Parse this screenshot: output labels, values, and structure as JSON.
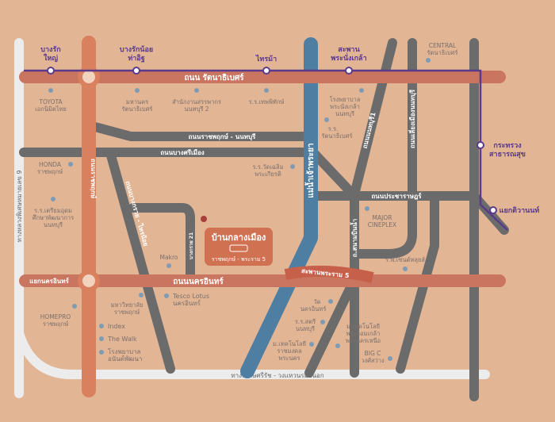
{
  "colors": {
    "background": "#e2b595",
    "road": "#6b6b6b",
    "main_road": "#c97560",
    "ratchaphruek": "#d9805f",
    "river": "#4f7ea3",
    "transit": "#5b3a8c",
    "expressway": "#ececec",
    "project": "#cf6e4e"
  },
  "stations": [
    "บางรัก",
    "ใหญ่",
    "บางรักน้อย",
    "ท่าอิฐ",
    "ไทรม้า",
    "สะพาน",
    "พระนั่งเกล้า",
    "กระทรวง",
    "สาธารณสุข",
    "แยกติวานนท์"
  ],
  "roads": {
    "rattanathibet": "ถนน รัตนาธิเบศร์",
    "ratchaphruek": "ถนนราชพฤกษ์",
    "ratchaphruek_nonthaburi": "ถนนราชพฤกษ์ - นนทบุรี",
    "bang_si_mueang": "ถนนบางศรีเมือง",
    "bang_kruai_sai_noi": "ถนนบางกรวย - ไทรน้อย",
    "soi21": "บางกรวย 21",
    "river": "แม่น้ำเจ้าพระยา",
    "nonthaburi1": "ถนนนนทบุรี1",
    "bypass": "ถนนเลี่ยงเมืองนนทบุรี",
    "pracharat": "ถนนประชาราษฎร์",
    "sanambin": "ถ.สนามบินน้ำ",
    "nakhon_in": "ถนนนครอินทร์",
    "nakhon_in_junction": "แยกนครอินทร์",
    "rama5_bridge": "สะพานพระราม 5",
    "highway9": "ทางหลวงพิเศษหมายเลข 9",
    "outer_ring": "ทางพิเศษศรีรัช - วงแหวนรอบนอก"
  },
  "pois": {
    "toyota": [
      "TOYOTA",
      "เอกนิมิตไทย"
    ],
    "mahanakhon": [
      "มหานคร",
      "รัตนาธิเบศร์"
    ],
    "revenue": [
      "สำนักงานสรรพากร",
      "นนทบุรี 2"
    ],
    "thephaphithak": [
      "ร.ร.เทพพิทักษ์"
    ],
    "central": [
      "CENTRAL",
      "รัตนาธิเบศร์"
    ],
    "hospital_pnk": [
      "โรงพยาบาล",
      "พระนั่งเกล้า",
      "นนทบุรี"
    ],
    "rattanathibet_school": [
      "ร.ร.",
      "รัตนาธิเบศร์"
    ],
    "honda": [
      "HONDA",
      "ราชพฤกษ์"
    ],
    "triam": [
      "ร.ร.เตรียมอุดม",
      "ศึกษาพัฒนาการ",
      "นนทบุรี"
    ],
    "watchaloem": [
      "ร.ร.วัดเฉลิม",
      "พระเกียรติ"
    ],
    "major": [
      "MAJOR",
      "CINEPLEX"
    ],
    "st_louis": [
      "ร.พ.เซนต์หลุยส์"
    ],
    "makro": [
      "Makro"
    ],
    "homepro": [
      "HOMEPRO",
      "ราชพฤกษ์"
    ],
    "uni": [
      "มหาวิทยาลัย",
      "ราชพฤกษ์"
    ],
    "index": [
      "Index"
    ],
    "thewalk": [
      "The Walk"
    ],
    "hospital_ap": [
      "โรงพยาบาล",
      "อนันต์พัฒนา"
    ],
    "tesco": [
      "Tesco Lotus",
      "นครอินทร์"
    ],
    "wat_nakhon": [
      "วัด",
      "นครอินทร์"
    ],
    "satri": [
      "ร.ร.สตรี",
      "นนทบุรี"
    ],
    "rmutp": [
      "ม.เทคโนโลยี",
      "ราชมงคล",
      "พระนคร"
    ],
    "kmutnb": [
      "ม.เทคโนโลยี",
      "พระจอมเกล้า",
      "พระนครเหนือ"
    ],
    "bigc": [
      "BIG C",
      "วงศ์สว่าง"
    ]
  },
  "project": {
    "name": "บ้านกลางเมือง",
    "location": "ราชพฤกษ์ - พระราม 5"
  }
}
